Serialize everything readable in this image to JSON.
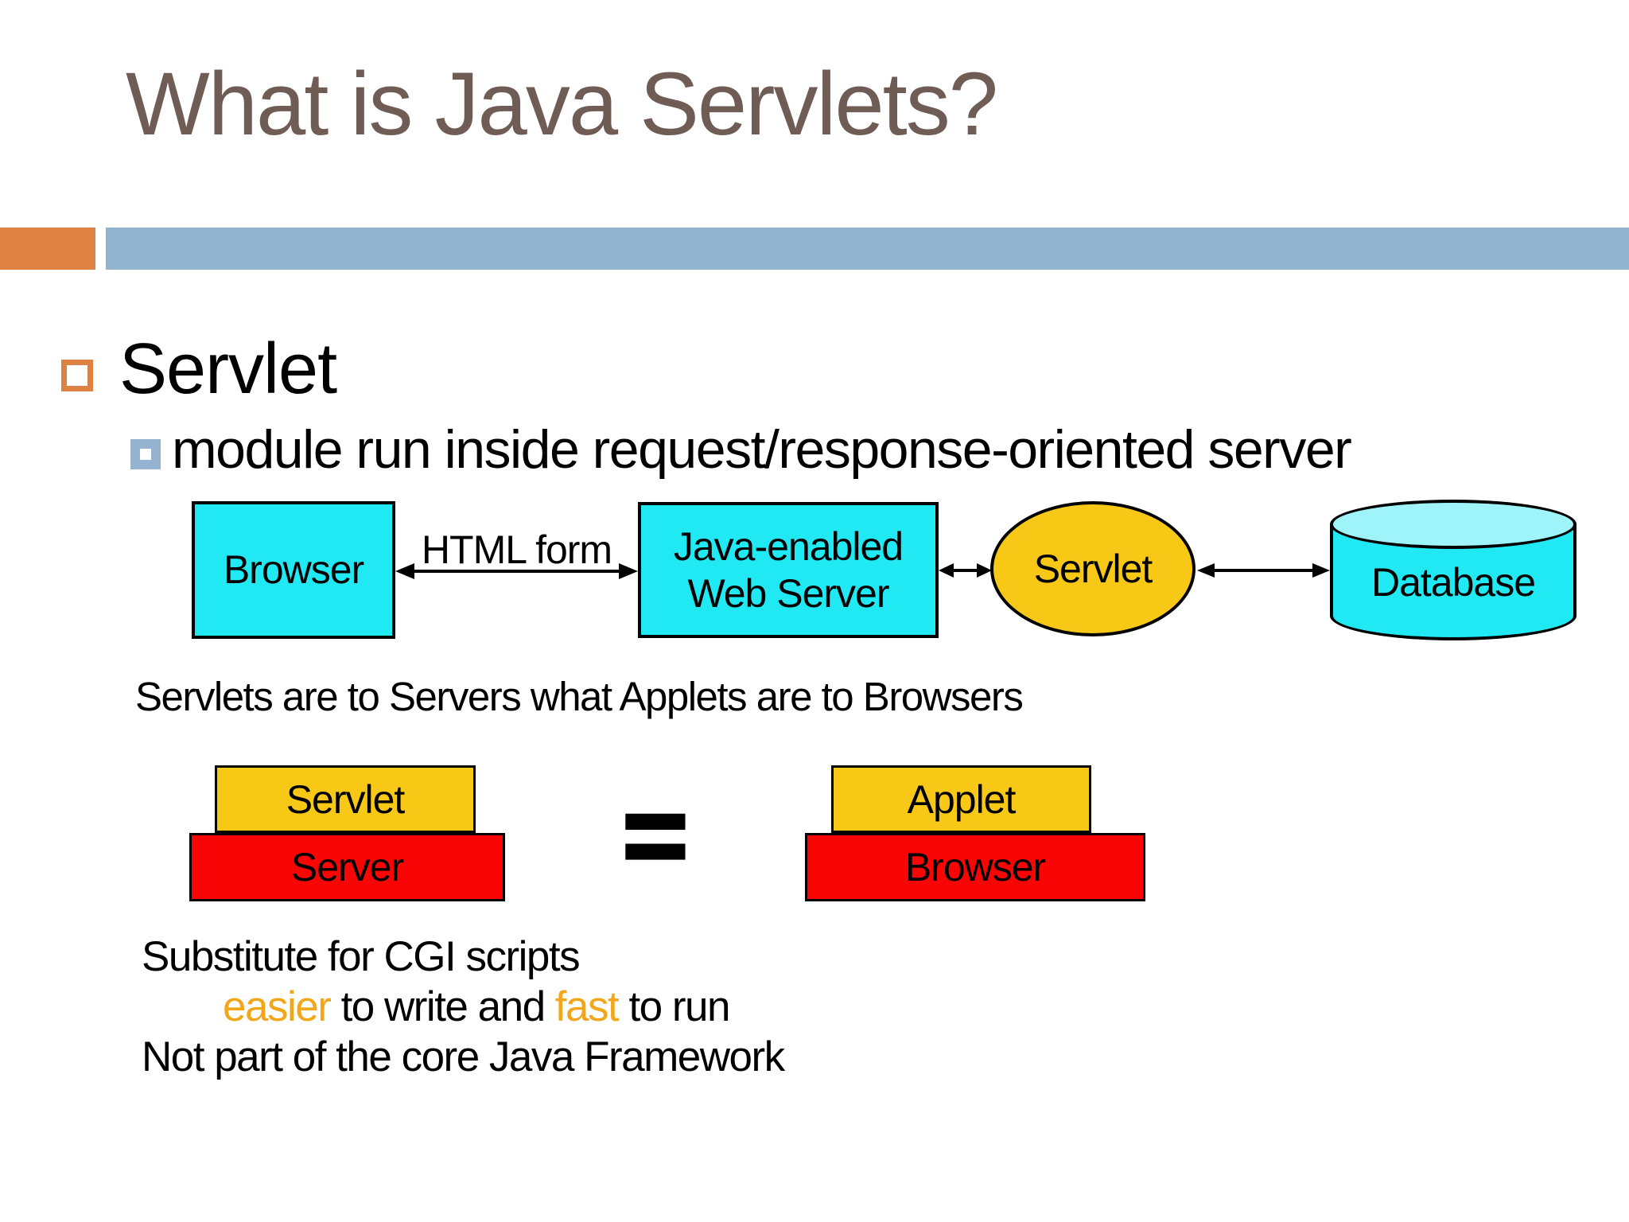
{
  "title": "What is Java Servlets?",
  "bullets": {
    "level1": "Servlet",
    "level2": "module run inside request/response-oriented server"
  },
  "diagram": {
    "browser": "Browser",
    "html_form": "HTML form",
    "webserver_line1": "Java-enabled",
    "webserver_line2": "Web Server",
    "servlet": "Servlet",
    "database": "Database"
  },
  "analogy": {
    "caption": "Servlets are to Servers what Applets are to Browsers",
    "equals": "=",
    "left": {
      "top": "Servlet",
      "bottom": "Server"
    },
    "right": {
      "top": "Applet",
      "bottom": "Browser"
    }
  },
  "notes": {
    "line1": "Substitute for CGI scripts",
    "line2": {
      "highlight1": "easier",
      "mid": " to write and ",
      "highlight2": "fast",
      "end": " to run"
    },
    "line3": "Not part of the core Java Framework"
  },
  "colors": {
    "accent_orange": "#DE8244",
    "accent_blue": "#93B4CE",
    "node_cyan": "#20E9F4",
    "cylinder_top_cyan": "#9FF4FA",
    "gold": "#F8C816",
    "red": "#F90505",
    "highlight_orange": "#F2A71B",
    "title_brown": "#6F5D55"
  }
}
